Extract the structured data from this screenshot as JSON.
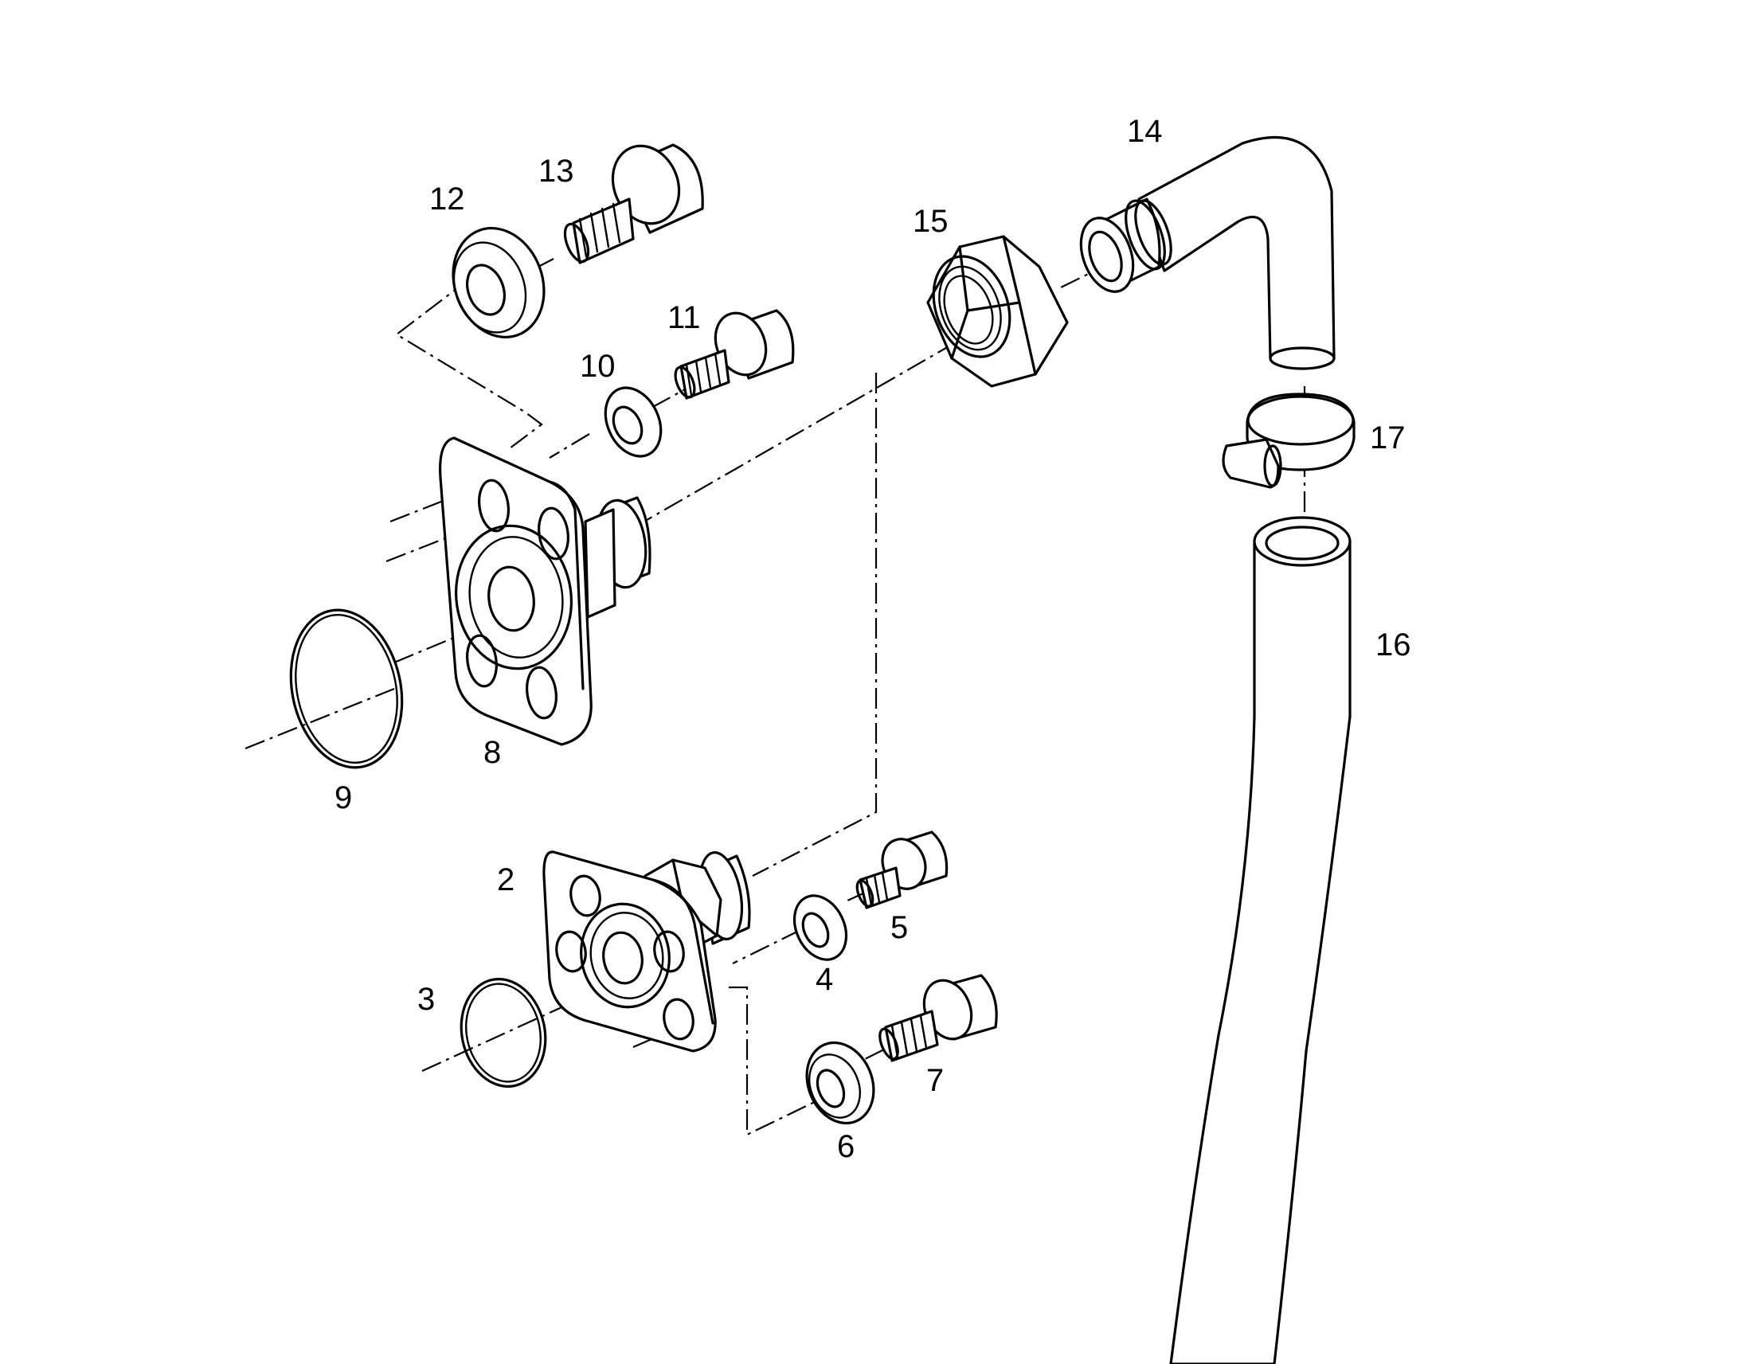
{
  "parts": [
    {
      "id": "part-2",
      "number": "2"
    },
    {
      "id": "part-3",
      "number": "3"
    },
    {
      "id": "part-4",
      "number": "4"
    },
    {
      "id": "part-5",
      "number": "5"
    },
    {
      "id": "part-6",
      "number": "6"
    },
    {
      "id": "part-7",
      "number": "7"
    },
    {
      "id": "part-8",
      "number": "8"
    },
    {
      "id": "part-9",
      "number": "9"
    },
    {
      "id": "part-10",
      "number": "10"
    },
    {
      "id": "part-11",
      "number": "11"
    },
    {
      "id": "part-12",
      "number": "12"
    },
    {
      "id": "part-13",
      "number": "13"
    },
    {
      "id": "part-14",
      "number": "14"
    },
    {
      "id": "part-15",
      "number": "15"
    },
    {
      "id": "part-16",
      "number": "16"
    },
    {
      "id": "part-17",
      "number": "17"
    }
  ],
  "colors": {
    "line": "#000000",
    "background": "#ffffff"
  }
}
